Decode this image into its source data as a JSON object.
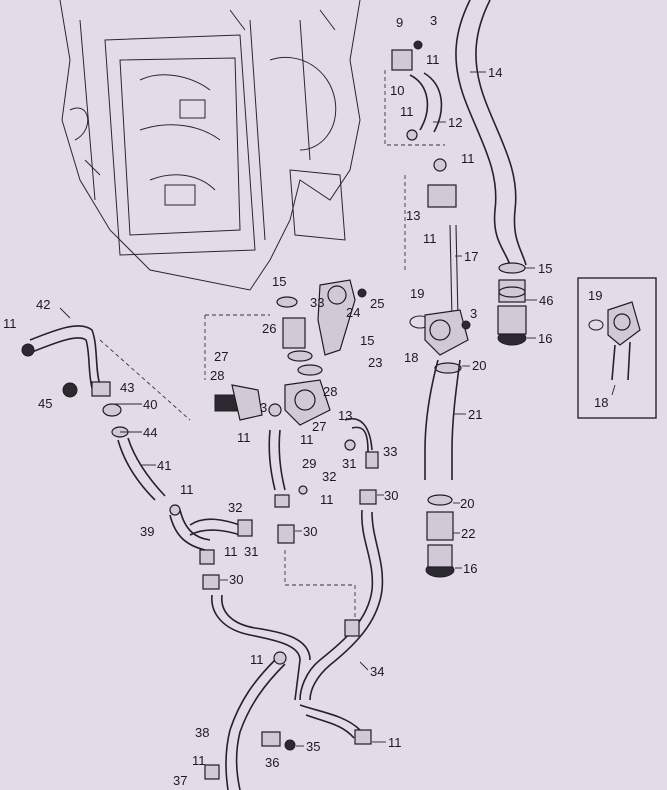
{
  "callouts": [
    {
      "n": "9"
    },
    {
      "n": "3"
    },
    {
      "n": "11"
    },
    {
      "n": "14"
    },
    {
      "n": "10"
    },
    {
      "n": "11"
    },
    {
      "n": "12"
    },
    {
      "n": "11"
    },
    {
      "n": "13"
    },
    {
      "n": "11"
    },
    {
      "n": "17"
    },
    {
      "n": "15"
    },
    {
      "n": "46"
    },
    {
      "n": "16"
    },
    {
      "n": "19"
    },
    {
      "n": "3"
    },
    {
      "n": "18"
    },
    {
      "n": "20"
    },
    {
      "n": "21"
    },
    {
      "n": "15"
    },
    {
      "n": "33"
    },
    {
      "n": "24"
    },
    {
      "n": "25"
    },
    {
      "n": "26"
    },
    {
      "n": "15"
    },
    {
      "n": "23"
    },
    {
      "n": "27"
    },
    {
      "n": "28"
    },
    {
      "n": "28"
    },
    {
      "n": "3"
    },
    {
      "n": "27"
    },
    {
      "n": "13"
    },
    {
      "n": "11"
    },
    {
      "n": "11"
    },
    {
      "n": "33"
    },
    {
      "n": "31"
    },
    {
      "n": "29"
    },
    {
      "n": "32"
    },
    {
      "n": "11"
    },
    {
      "n": "30"
    },
    {
      "n": "20"
    },
    {
      "n": "22"
    },
    {
      "n": "16"
    },
    {
      "n": "42"
    },
    {
      "n": "11"
    },
    {
      "n": "43"
    },
    {
      "n": "45"
    },
    {
      "n": "40"
    },
    {
      "n": "44"
    },
    {
      "n": "41"
    },
    {
      "n": "11"
    },
    {
      "n": "32"
    },
    {
      "n": "39"
    },
    {
      "n": "30"
    },
    {
      "n": "11"
    },
    {
      "n": "31"
    },
    {
      "n": "30"
    },
    {
      "n": "11"
    },
    {
      "n": "34"
    },
    {
      "n": "38"
    },
    {
      "n": "35"
    },
    {
      "n": "36"
    },
    {
      "n": "11"
    },
    {
      "n": "11"
    },
    {
      "n": "37"
    },
    {
      "n": "19"
    },
    {
      "n": "18"
    }
  ]
}
